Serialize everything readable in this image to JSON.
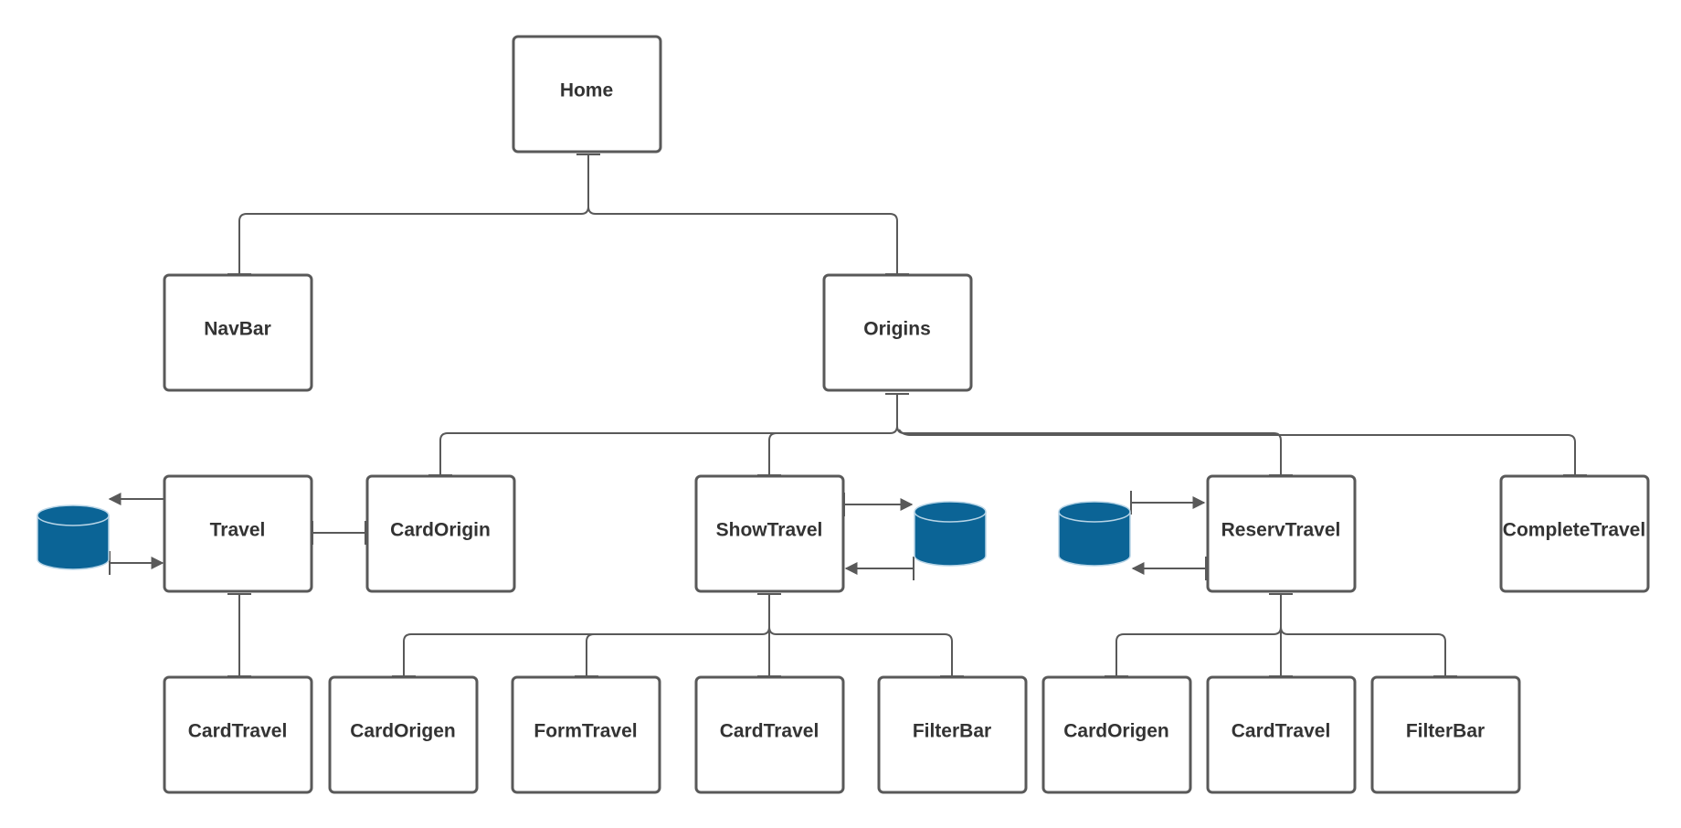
{
  "colors": {
    "box_stroke": "#595959",
    "box_fill": "#ffffff",
    "connector": "#595959",
    "database_fill": "#0b6496",
    "database_stroke": "#b7d4e6",
    "text": "#333333"
  },
  "nodes": {
    "home": "Home",
    "navbar": "NavBar",
    "origins": "Origins",
    "travel": "Travel",
    "card_origin": "CardOrigin",
    "show_travel": "ShowTravel",
    "reserv_travel": "ReservTravel",
    "complete_travel": "CompleteTravel",
    "travel_card_travel": "CardTravel",
    "show_card_origen": "CardOrigen",
    "show_form_travel": "FormTravel",
    "show_card_travel": "CardTravel",
    "show_filter_bar": "FilterBar",
    "reserv_card_origen": "CardOrigen",
    "reserv_card_travel": "CardTravel",
    "reserv_filter_bar": "FilterBar"
  },
  "databases": [
    "travel-database",
    "show-travel-database",
    "reserv-travel-database"
  ],
  "edges": [
    [
      "home",
      "navbar"
    ],
    [
      "home",
      "origins"
    ],
    [
      "origins",
      "card_origin"
    ],
    [
      "origins",
      "show_travel"
    ],
    [
      "origins",
      "reserv_travel"
    ],
    [
      "origins",
      "complete_travel"
    ],
    [
      "card_origin",
      "travel"
    ],
    [
      "travel",
      "travel_card_travel"
    ],
    [
      "show_travel",
      "show_card_origen"
    ],
    [
      "show_travel",
      "show_form_travel"
    ],
    [
      "show_travel",
      "show_card_travel"
    ],
    [
      "show_travel",
      "show_filter_bar"
    ],
    [
      "reserv_travel",
      "reserv_card_origen"
    ],
    [
      "reserv_travel",
      "reserv_card_travel"
    ],
    [
      "reserv_travel",
      "reserv_filter_bar"
    ]
  ]
}
